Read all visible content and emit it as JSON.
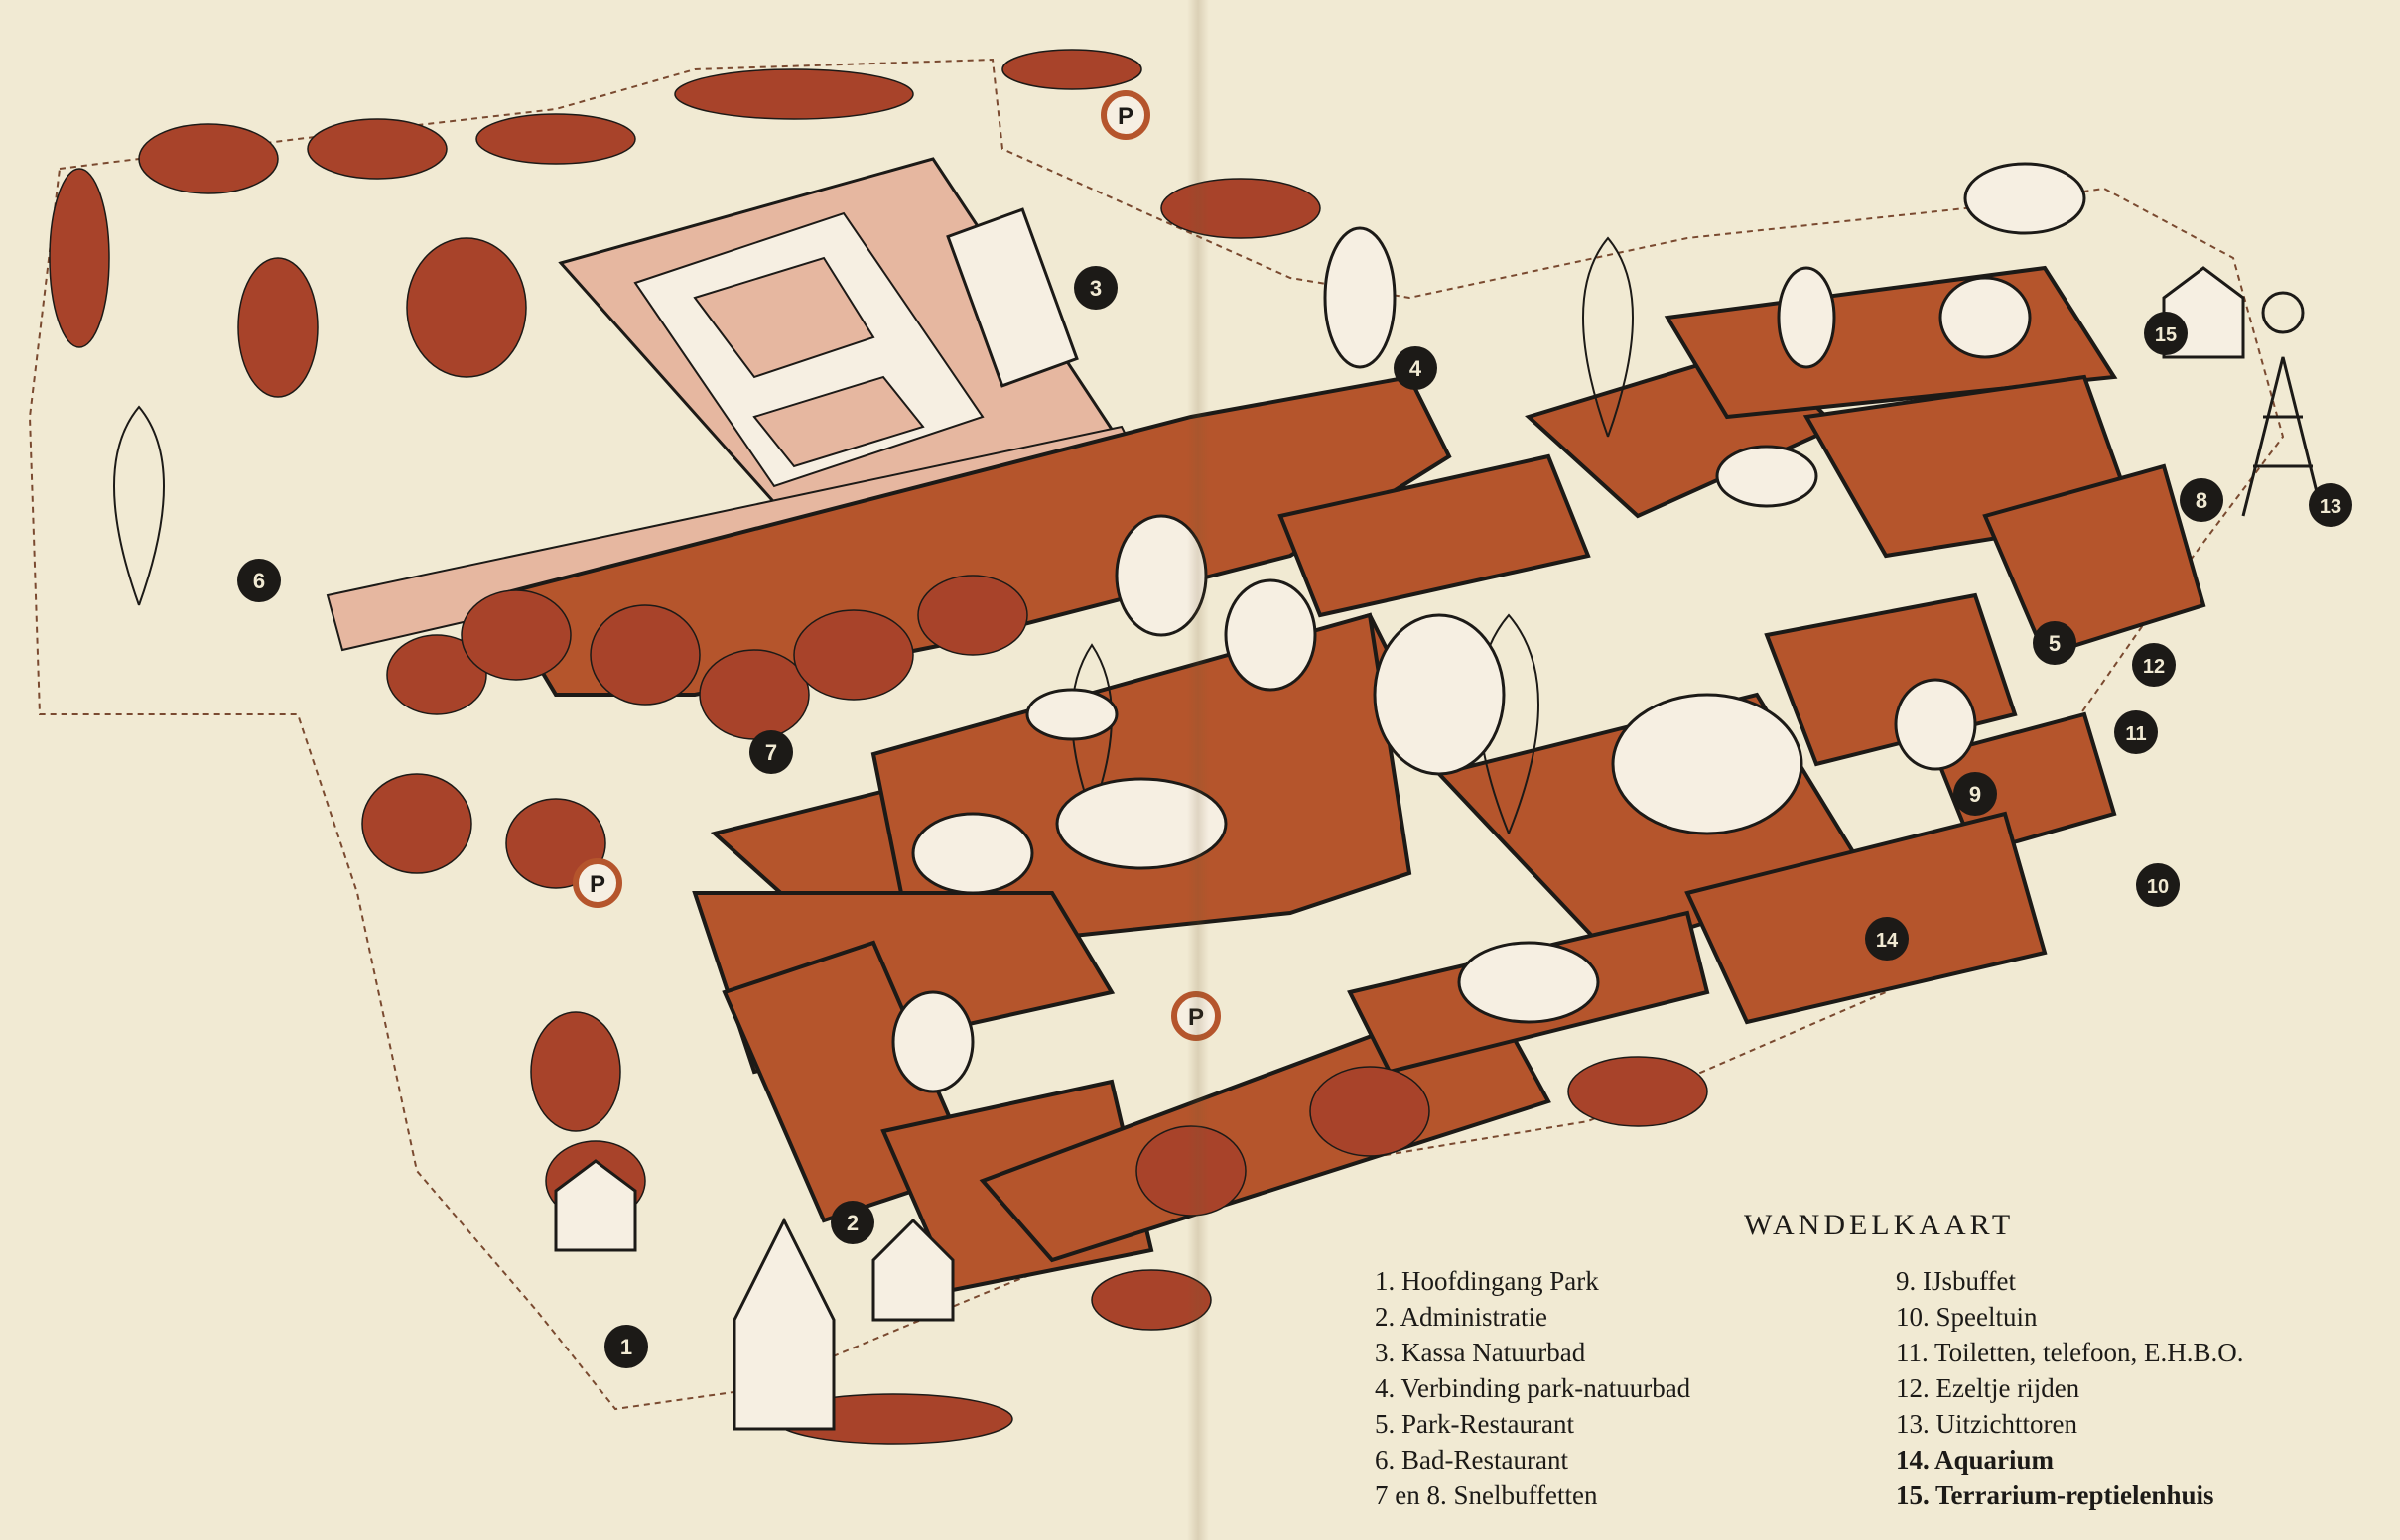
{
  "legend": {
    "title": "WANDELKAART",
    "left": [
      {
        "label": "1. Hoofdingang Park",
        "bold": false
      },
      {
        "label": "2. Administratie",
        "bold": false
      },
      {
        "label": "3. Kassa Natuurbad",
        "bold": false
      },
      {
        "label": "4. Verbinding park-natuurbad",
        "bold": false
      },
      {
        "label": "5. Park-Restaurant",
        "bold": false
      },
      {
        "label": "6. Bad-Restaurant",
        "bold": false
      },
      {
        "label": "7 en 8. Snelbuffetten",
        "bold": false
      }
    ],
    "right": [
      {
        "label": "9. IJsbuffet",
        "bold": false
      },
      {
        "label": "10. Speeltuin",
        "bold": false
      },
      {
        "label": "11. Toiletten, telefoon, E.H.B.O.",
        "bold": false
      },
      {
        "label": "12. Ezeltje rijden",
        "bold": false
      },
      {
        "label": "13. Uitzichttoren",
        "bold": false
      },
      {
        "label": "14. Aquarium",
        "bold": true
      },
      {
        "label": "15. Terrarium-reptielenhuis",
        "bold": true
      }
    ]
  },
  "markers": [
    "1",
    "2",
    "3",
    "4",
    "5",
    "6",
    "7",
    "8",
    "9",
    "10",
    "11",
    "12",
    "13",
    "14",
    "15"
  ],
  "parking_label": "P",
  "colors": {
    "paper": "#f1ead3",
    "terracotta": "#b5552c",
    "pool": "#e6b7a0",
    "ink": "#1c1a17",
    "foliage": "#a8432a"
  }
}
